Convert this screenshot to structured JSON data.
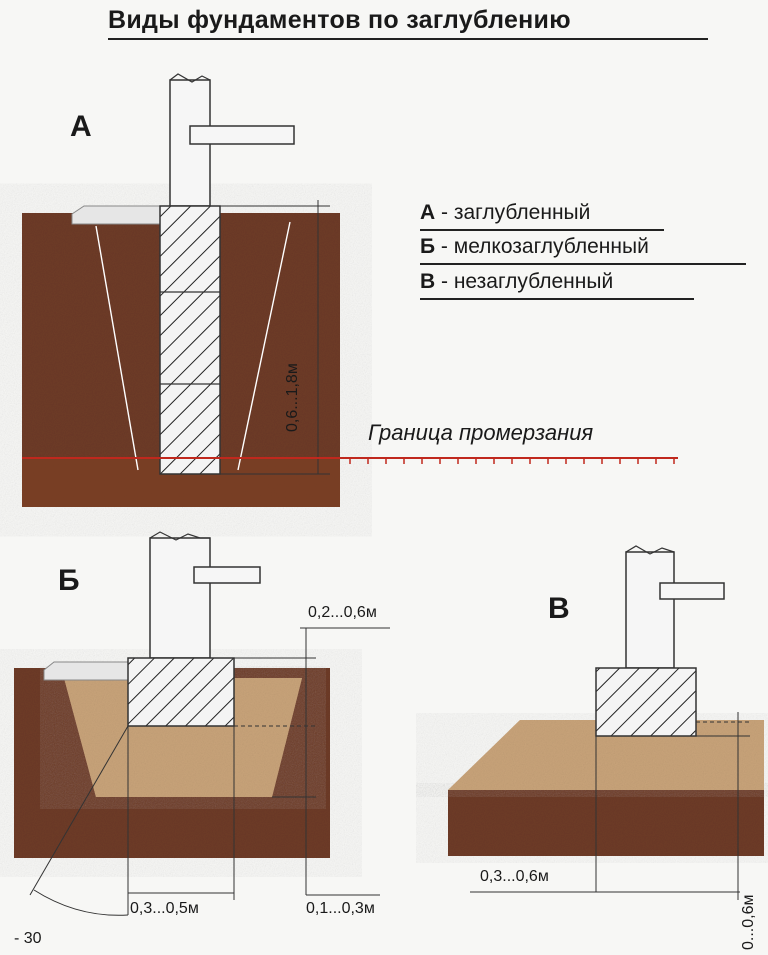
{
  "title": "Виды фундаментов по заглублению",
  "labels": {
    "a": "А",
    "b": "Б",
    "v": "В"
  },
  "legend": [
    {
      "key": "А",
      "text": " - заглубленный"
    },
    {
      "key": "Б",
      "text": " - мелкозаглубленный"
    },
    {
      "key": "В",
      "text": " - незаглубленный"
    }
  ],
  "frost_line": "Граница промерзания",
  "dimensions": {
    "a_depth": "0,6...1,8м",
    "b_depth": "0,2...0,6м",
    "b_width": "0,3...0,5м",
    "b_base": "0,1...0,3м",
    "b_angle": "- 30",
    "v_width": "0,3...0,6м",
    "v_depth": "0...0,6м"
  },
  "colors": {
    "soil_dark": "#6b3a26",
    "soil_mid": "#7a452e",
    "sand": "#c9a47a",
    "frost": "#c0281d",
    "footing_fill": "#f2f2f2"
  }
}
